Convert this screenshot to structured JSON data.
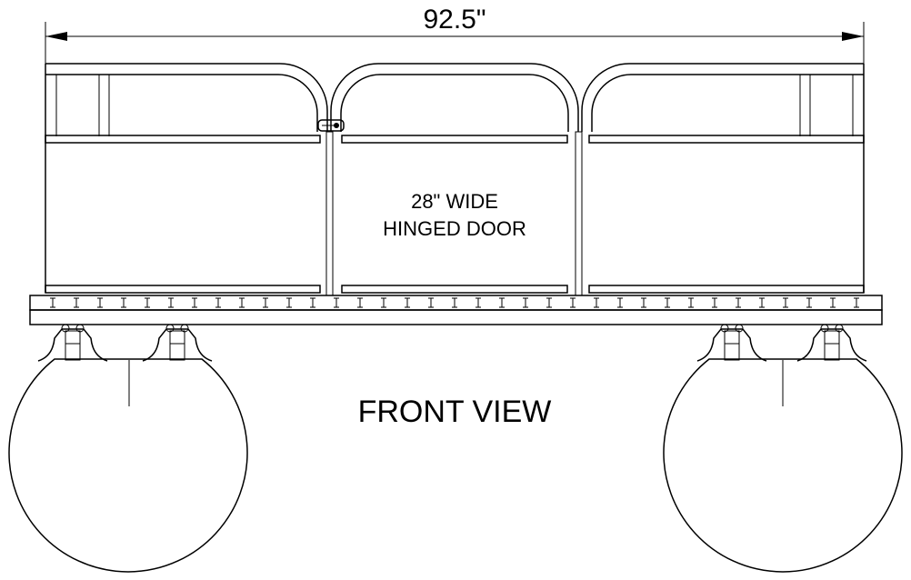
{
  "drawing": {
    "overall_width_dimension": "92.5\"",
    "door_label_line1": "28\" WIDE",
    "door_label_line2": "HINGED DOOR",
    "view_title": "FRONT VIEW",
    "line_color": "#000000",
    "background_color": "#ffffff"
  }
}
